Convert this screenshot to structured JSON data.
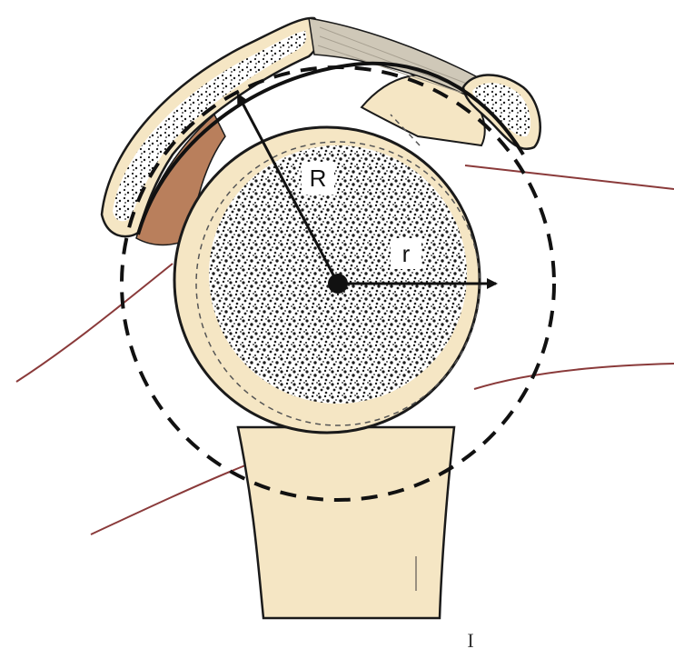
{
  "labels": {
    "outer_radius": "R",
    "inner_radius": "r",
    "bottom_mark": "I"
  },
  "colors": {
    "bone": "#f5e6c4",
    "bone_stroke": "#1a1a1a",
    "cancellous_dots": "#1b1b1b",
    "muscle": "#b97f5c",
    "ligament": "#cfc8b8",
    "soft_tissue_line": "#8a3a3a",
    "dashed_circle": "#111111",
    "arrow": "#111111"
  }
}
